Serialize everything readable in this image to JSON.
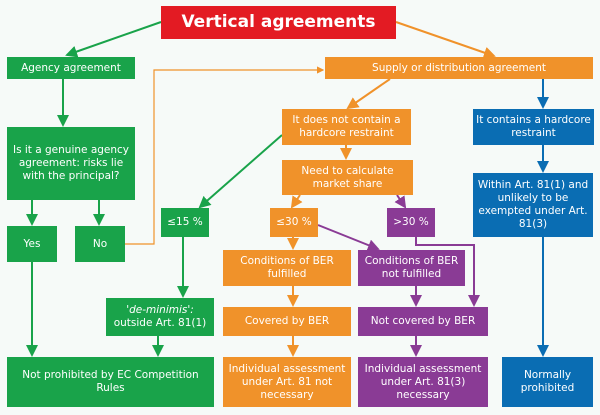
{
  "title": "Vertical agreements",
  "agency": {
    "label": "Agency agreement",
    "question": "Is it a genuine agency agreement: risks lie with the principal?",
    "yes": "Yes",
    "no": "No"
  },
  "supply": {
    "label": "Supply or distribution agreement",
    "no_hardcore": "It does not contain a hardcore restraint",
    "hardcore": "It contains a hardcore restraint",
    "within": "Within Art. 81(1) and unlikely to be exempted under Art. 81(3)",
    "normally_prohibited": "Normally prohibited"
  },
  "market": {
    "need": "Need to calculate market share",
    "le15": "≤15 %",
    "le30": "≤30 %",
    "gt30": ">30 %"
  },
  "deminimis": {
    "italic": "'de-minimis':",
    "text": "outside Art. 81(1)"
  },
  "ber": {
    "fulfilled": "Conditions of BER fulfilled",
    "not_fulfilled": "Conditions of BER not fulfilled",
    "covered": "Covered by BER",
    "not_covered": "Not covered by BER",
    "indiv_not": "Individual assessment under Art. 81 not necessary",
    "indiv_nec": "Individual assessment under Art. 81(3) necessary"
  },
  "not_prohibited": "Not prohibited by EC Competition Rules",
  "colors": {
    "green": "#19a34a",
    "orange": "#f0922a",
    "blue": "#0a6db3",
    "purple": "#8a3b95",
    "red": "#e31b23"
  }
}
